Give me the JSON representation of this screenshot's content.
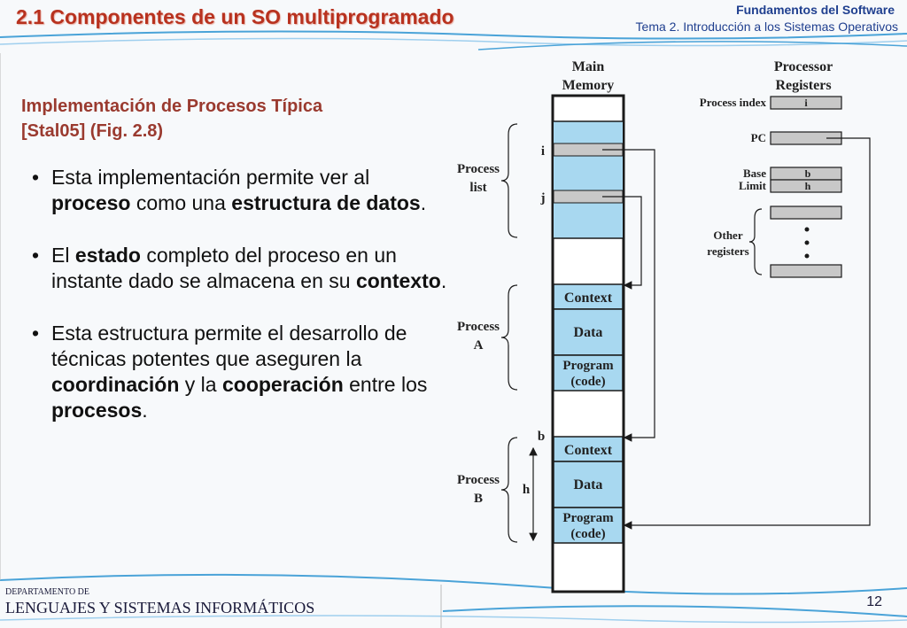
{
  "header": {
    "title": "2.1 Componentes de un SO multiprogramado",
    "course": "Fundamentos del Software",
    "topic": "Tema 2. Introducción a los Sistemas Operativos"
  },
  "section": {
    "heading_line1": "Implementación de Procesos Típica",
    "heading_line2": "[Stal05] (Fig. 2.8)"
  },
  "bullets": [
    {
      "segments": [
        {
          "text": "Esta implementación permite ver al ",
          "bold": false
        },
        {
          "text": "proceso",
          "bold": true
        },
        {
          "text": " como una ",
          "bold": false
        },
        {
          "text": "estructura de datos",
          "bold": true
        },
        {
          "text": ".",
          "bold": false
        }
      ]
    },
    {
      "segments": [
        {
          "text": "El ",
          "bold": false
        },
        {
          "text": "estado",
          "bold": true
        },
        {
          "text": " completo del proceso en un instante dado se almacena en su ",
          "bold": false
        },
        {
          "text": "contexto",
          "bold": true
        },
        {
          "text": ".",
          "bold": false
        }
      ]
    },
    {
      "segments": [
        {
          "text": "Esta estructura permite el desarrollo de técnicas potentes que aseguren la ",
          "bold": false
        },
        {
          "text": "coordinación",
          "bold": true
        },
        {
          "text": " y la ",
          "bold": false
        },
        {
          "text": "cooperación",
          "bold": true
        },
        {
          "text": " entre los ",
          "bold": false
        },
        {
          "text": "procesos",
          "bold": true
        },
        {
          "text": ".",
          "bold": false
        }
      ]
    }
  ],
  "diagram": {
    "main_memory_line1": "Main",
    "main_memory_line2": "Memory",
    "processor_registers_line1": "Processor",
    "processor_registers_line2": "Registers",
    "process_index_label": "Process index",
    "process_index_value": "i",
    "pc_label": "PC",
    "base_label": "Base",
    "limit_label": "Limit",
    "base_value": "b",
    "limit_value": "h",
    "other_registers_line1": "Other",
    "other_registers_line2": "registers",
    "process_list_line1": "Process",
    "process_list_line2": "list",
    "process_a_line1": "Process",
    "process_a_line2": "A",
    "process_b_line1": "Process",
    "process_b_line2": "B",
    "entry_i": "i",
    "entry_j": "j",
    "label_b": "b",
    "label_h": "h",
    "block_context": "Context",
    "block_data": "Data",
    "block_program_line1": "Program",
    "block_program_line2": "(code)",
    "colors": {
      "memory_fill": "#a8d8f0",
      "slot_fill": "#c8c8c8",
      "frame_stroke": "#1a1a1a"
    }
  },
  "footer": {
    "dept_small": "DEPARTAMENTO DE",
    "dept_large": "LENGUAJES Y SISTEMAS INFORMÁTICOS",
    "page_number": "12"
  }
}
